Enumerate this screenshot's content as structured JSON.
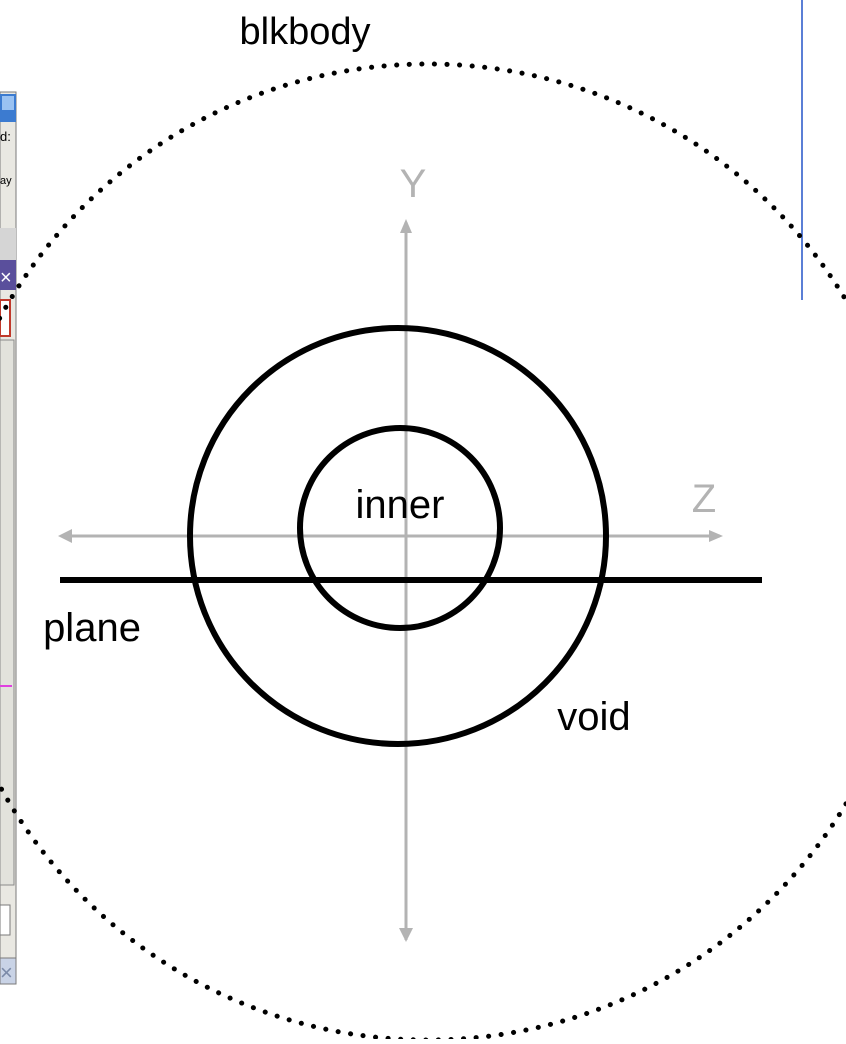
{
  "labels": {
    "outer": "blkbody",
    "y_axis": "Y",
    "z_axis": "Z",
    "inner": "inner",
    "plane": "plane",
    "void": "void"
  },
  "background_window": {
    "fragments": [
      "d:",
      "ay"
    ],
    "close_glyph": "×"
  },
  "colors": {
    "outline": "#000000",
    "axis": "#b3b3b3",
    "window_frame": "#3c5a8c",
    "window_close_bg": "#5a4f9c",
    "window_panel": "#e9e8e2",
    "accent_line": "#5b7fd6",
    "magenta_mark": "#e040e0"
  }
}
